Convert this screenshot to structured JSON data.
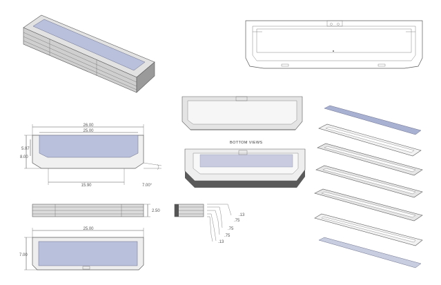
{
  "labels": {
    "bottom_views": "BOTTOM VIEWS"
  },
  "dimensions": {
    "front_width_outer": "26.00",
    "front_width_inner": "25.00",
    "front_height_outer": "8.00",
    "front_height_inner": "5.07",
    "front_bottom_width": "15.90",
    "front_angle": "7.00°",
    "side_height": "2.50",
    "layer_1": ".13",
    "layer_2": ".75",
    "layer_3": ".75",
    "layer_4": ".75",
    "layer_5": ".13",
    "bottom_width": "25.00",
    "bottom_height": "7.00"
  },
  "colors": {
    "plate_blue": "#b9c0dc",
    "plate_blue_dark": "#a9b1d2",
    "case_light": "#f0f0f0",
    "case_mid": "#d4d4d4",
    "case_dark": "#8c8c8c",
    "outline": "#5a5a5a"
  }
}
